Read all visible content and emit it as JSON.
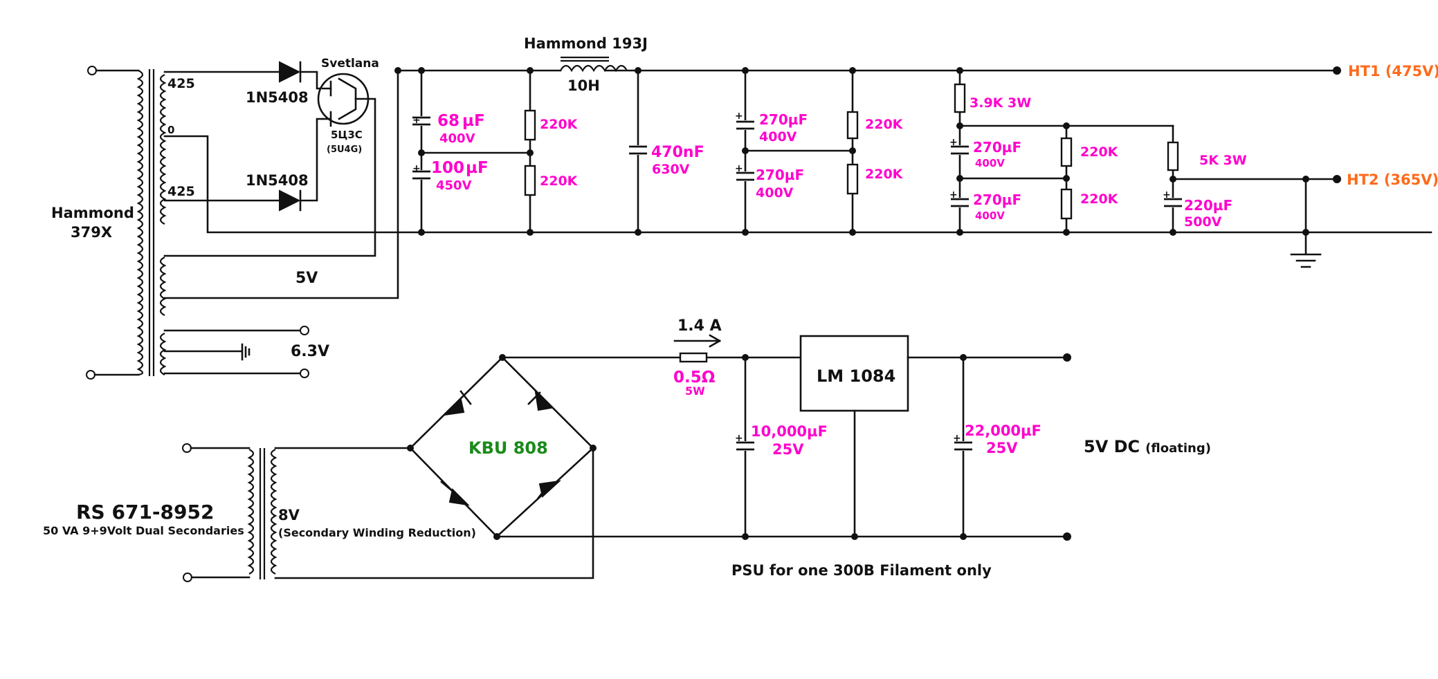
{
  "labels": {
    "hammond_193j": "Hammond 193J",
    "choke_value": "10H",
    "hammond_379x_line1": "Hammond",
    "hammond_379x_line2": "379X",
    "tap_425_top": "425",
    "tap_0": "0",
    "tap_425_bottom": "425",
    "diode_top": "1N5408",
    "diode_bottom": "1N5408",
    "tube_brand": "Svetlana",
    "tube_type": "5Ц3С",
    "tube_equiv": "(5U4G)",
    "winding_5v": "5V",
    "winding_63v": "6.3V",
    "cap1_value": "68",
    "cap1_unit": "µF",
    "cap1_voltage": "400V",
    "cap2_value": "100",
    "cap2_unit": "µF",
    "cap2_voltage": "450V",
    "res_220k_1": "220K",
    "res_220k_2": "220K",
    "cap3_value": "470nF",
    "cap3_voltage": "630V",
    "cap4_value": "270µF",
    "cap4_voltage": "400V",
    "cap5_value": "270µF",
    "cap5_voltage": "400V",
    "res_220k_3": "220K",
    "res_220k_4": "220K",
    "res_39k": "3.9K 3W",
    "cap6_value": "270µF",
    "cap6_voltage": "400V",
    "cap7_value": "270µF",
    "cap7_voltage": "400V",
    "res_220k_5": "220K",
    "res_220k_6": "220K",
    "res_5k": "5K 3W",
    "cap8_value": "220µF",
    "cap8_voltage": "500V",
    "ht1": "HT1 (475V)",
    "ht2": "HT2 (365V)",
    "current": "1.4 A",
    "res_05_value": "0.5Ω",
    "res_05_power": "5W",
    "regulator": "LM 1084",
    "bridge": "KBU 808",
    "cap9_value": "10,000µF",
    "cap9_voltage": "25V",
    "cap10_value": "22,000µF",
    "cap10_voltage": "25V",
    "output_main": "5V DC",
    "output_note": "(floating)",
    "rs_part": "RS 671-8952",
    "rs_desc": "50 VA 9+9Volt Dual Secondaries",
    "sec_8v": "8V",
    "sec_note": "(Secondary Winding Reduction)",
    "caption": "PSU for one 300B Filament only",
    "plus": "+"
  },
  "colors": {
    "wire": "#111111",
    "component_value": "#ff00cc",
    "output_rail": "#ff6a1a",
    "bridge_label": "#1a8a1a"
  }
}
